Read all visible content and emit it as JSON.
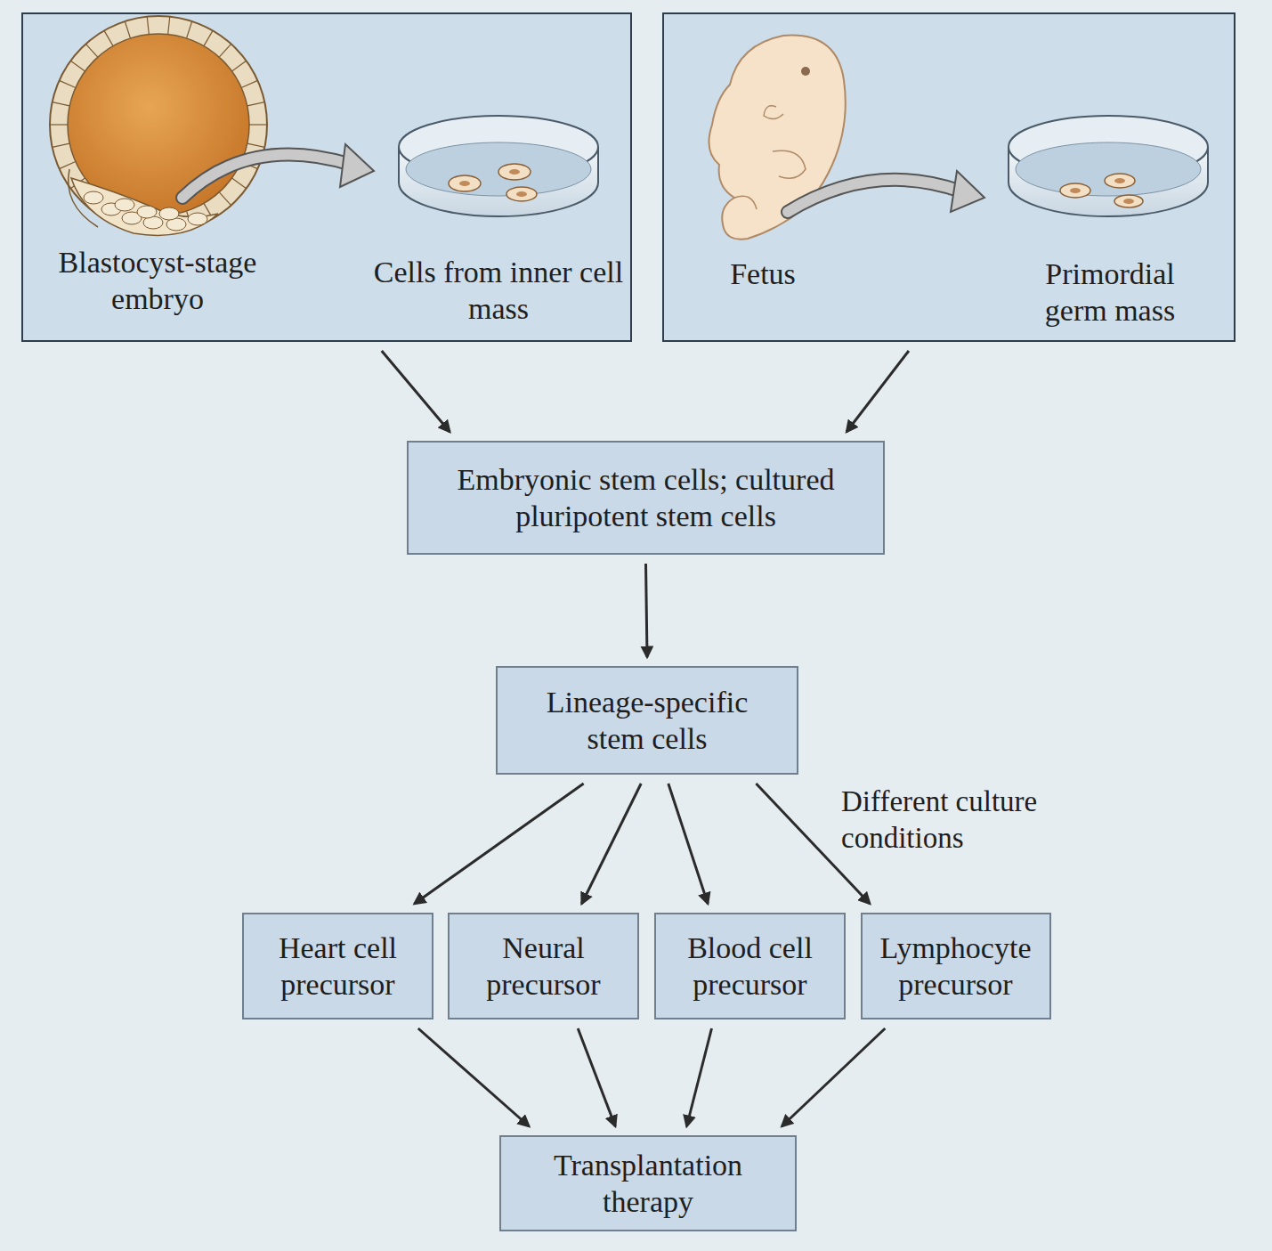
{
  "diagram": {
    "nodes": [
      {
        "text": [
          "Blastocyst-stage embryo",
          "Cells from inner cell mass"
        ]
      },
      {
        "text": [
          "Fetus",
          "Primordial germ mass"
        ]
      },
      {
        "text": [
          "Embryonic stem cells; cultured pluripotent stem cells"
        ]
      },
      {
        "text": [
          "Lineage-specific stem cells"
        ]
      },
      {
        "text": [
          "Heart cell precursor"
        ]
      },
      {
        "text": [
          "Neural precursor"
        ]
      },
      {
        "text": [
          "Blood cell precursor"
        ]
      },
      {
        "text": [
          "Lymphocyte precursor"
        ]
      },
      {
        "text": [
          "Transplantation therapy"
        ]
      }
    ],
    "edges": [
      {
        "from": 0,
        "to": 2,
        "arrow": "to"
      },
      {
        "from": 1,
        "to": 2,
        "arrow": "to"
      },
      {
        "from": 2,
        "to": 3,
        "arrow": "to"
      },
      {
        "from": 3,
        "to": 4,
        "arrow": "to"
      },
      {
        "from": 3,
        "to": 5,
        "arrow": "to"
      },
      {
        "from": 3,
        "to": 6,
        "arrow": "to"
      },
      {
        "from": 3,
        "to": 7,
        "arrow": "to"
      },
      {
        "from": 4,
        "to": 8,
        "arrow": "to"
      },
      {
        "from": 5,
        "to": 8,
        "arrow": "to"
      },
      {
        "from": 6,
        "to": 8,
        "arrow": "to"
      },
      {
        "from": 7,
        "to": 8,
        "arrow": "to"
      }
    ],
    "labels": [
      "Different culture conditions"
    ]
  }
}
